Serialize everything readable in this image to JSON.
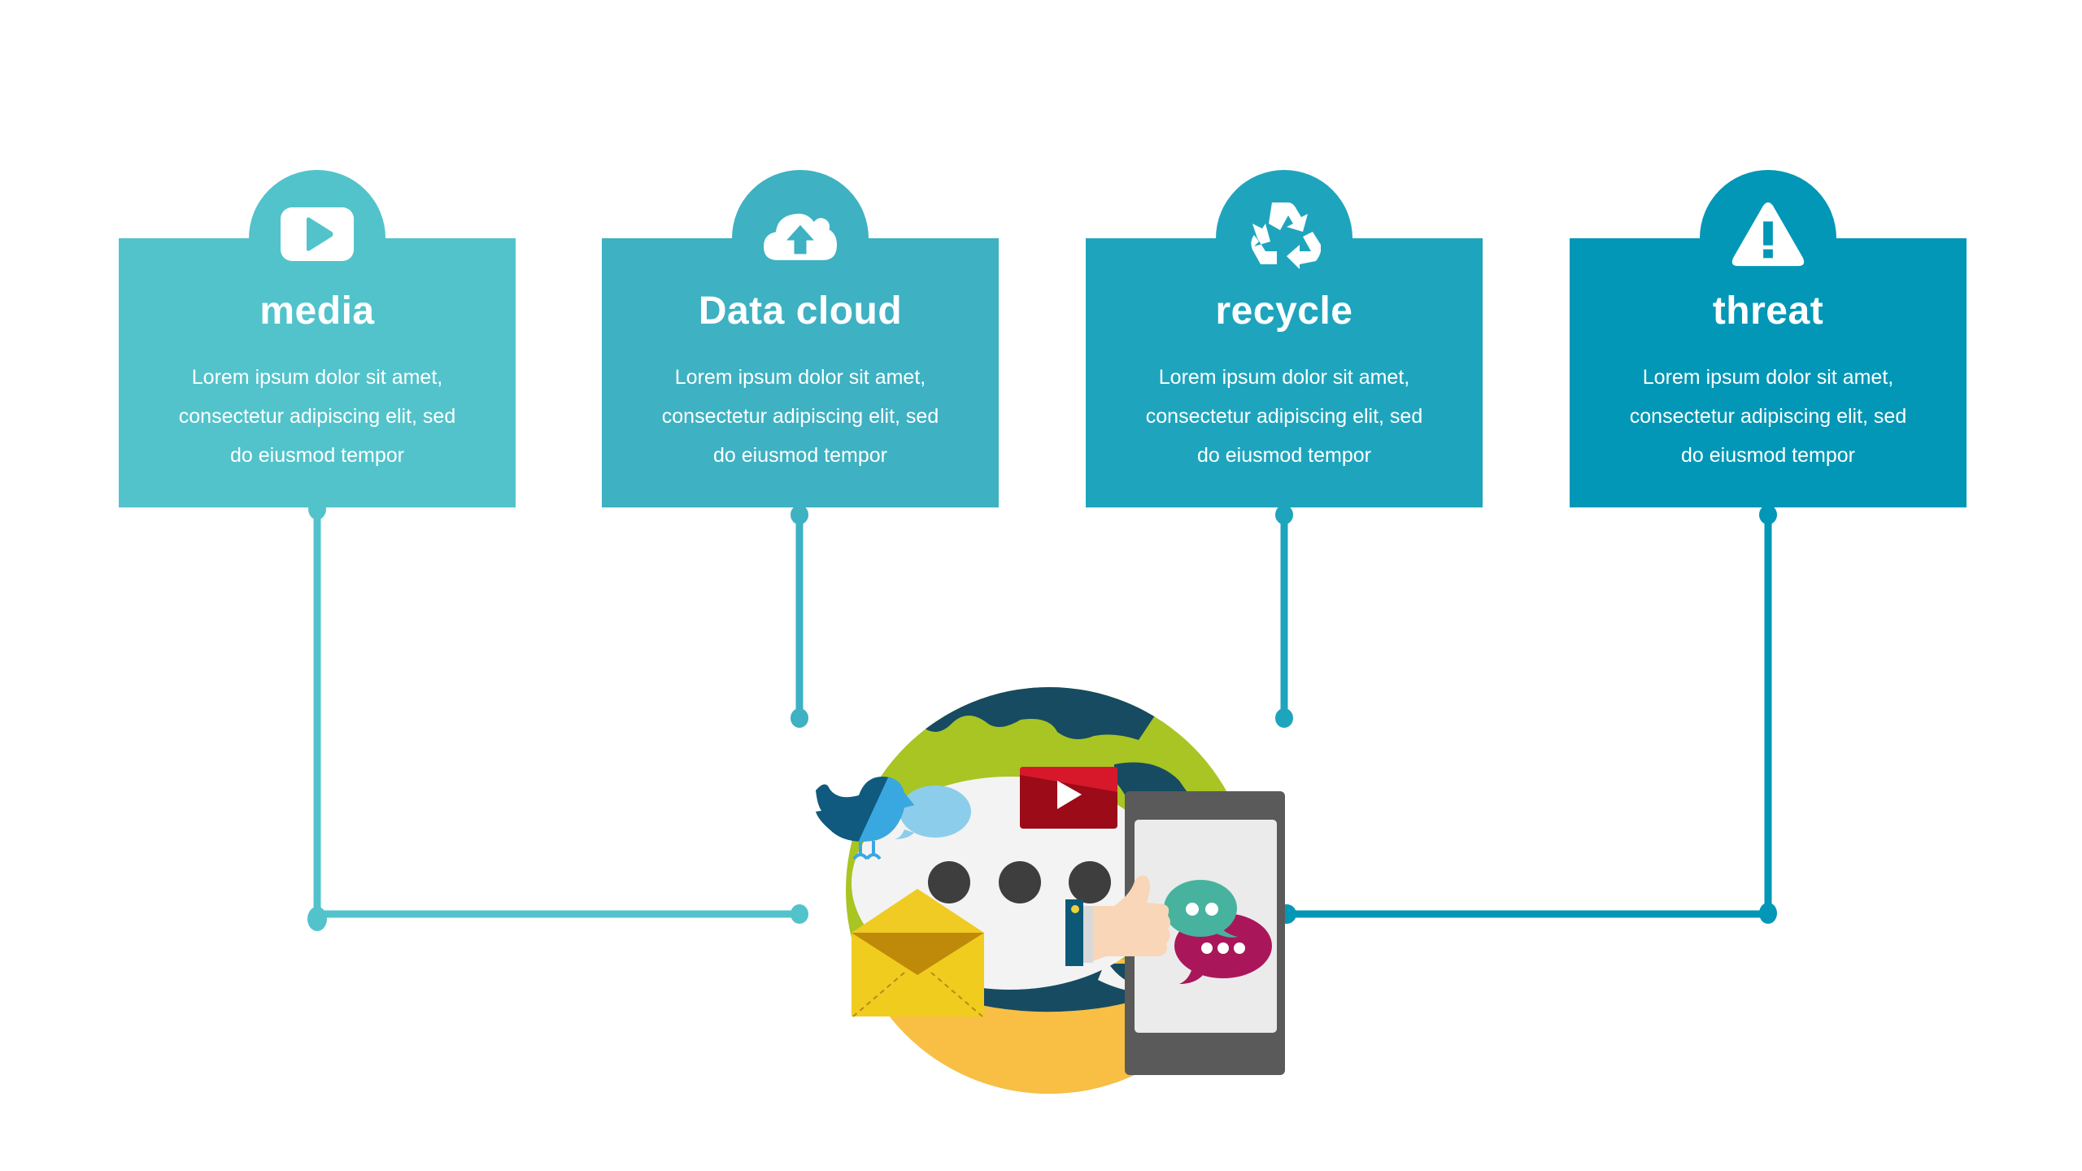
{
  "slide": {
    "cards": [
      {
        "title": "media",
        "icon": "play-video-icon",
        "color": "#52C3CB",
        "lines": [
          "Lorem ipsum dolor sit amet,",
          "consectetur adipiscing elit, sed",
          "do eiusmod tempor"
        ]
      },
      {
        "title": "Data cloud",
        "icon": "cloud-upload-icon",
        "color": "#3EB1C2",
        "lines": [
          "Lorem ipsum dolor sit amet,",
          "consectetur adipiscing elit, sed",
          "do eiusmod tempor"
        ]
      },
      {
        "title": "recycle",
        "icon": "recycle-icon",
        "color": "#1EA5BD",
        "lines": [
          "Lorem ipsum dolor sit amet,",
          "consectetur adipiscing elit, sed",
          "do eiusmod tempor"
        ]
      },
      {
        "title": "threat",
        "icon": "warning-icon",
        "color": "#0297B6",
        "lines": [
          "Lorem ipsum dolor sit amet,",
          "consectetur adipiscing elit, sed",
          "do eiusmod tempor"
        ]
      }
    ],
    "illustration": {
      "subject": "social-media-globe",
      "elements": [
        "globe",
        "speech-bubble",
        "twitter-bird",
        "youtube-play",
        "envelope",
        "thumbs-up-hand",
        "smartphone",
        "chat-bubbles"
      ]
    }
  }
}
